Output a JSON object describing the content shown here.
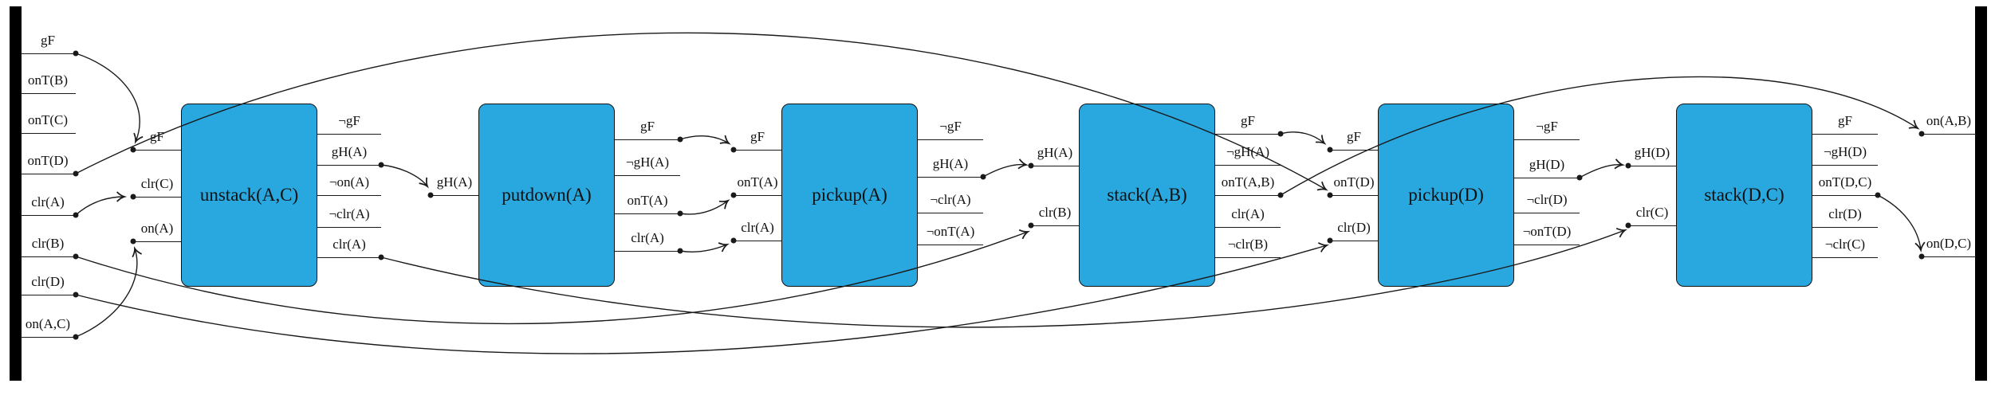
{
  "diagram_type": "partial-order-plan causal-link diagram (blocks world)",
  "colors": {
    "block_fill": "#29a8e0",
    "line": "#1a1a1a",
    "bar": "#000000",
    "bg": "#ffffff"
  },
  "init": {
    "labels": [
      "gF",
      "onT(B)",
      "onT(C)",
      "onT(D)",
      "clr(A)",
      "clr(B)",
      "clr(D)",
      "on(A,C)"
    ]
  },
  "goal": {
    "labels": [
      "on(A,B)",
      "on(D,C)"
    ]
  },
  "blocks": [
    {
      "name": "unstack(A,C)",
      "inputs": [
        "gF",
        "clr(C)",
        "on(A)"
      ],
      "outputs": [
        "¬gF",
        "gH(A)",
        "¬on(A)",
        "¬clr(A)",
        "clr(A)"
      ]
    },
    {
      "name": "putdown(A)",
      "inputs": [
        "gH(A)"
      ],
      "outputs": [
        "gF",
        "¬gH(A)",
        "onT(A)",
        "clr(A)"
      ]
    },
    {
      "name": "pickup(A)",
      "inputs": [
        "gF",
        "onT(A)",
        "clr(A)"
      ],
      "outputs": [
        "¬gF",
        "gH(A)",
        "¬clr(A)",
        "¬onT(A)"
      ]
    },
    {
      "name": "stack(A,B)",
      "inputs": [
        "gH(A)",
        "clr(B)"
      ],
      "outputs": [
        "gF",
        "¬gH(A)",
        "onT(A,B)",
        "clr(A)",
        "¬clr(B)"
      ]
    },
    {
      "name": "pickup(D)",
      "inputs": [
        "gF",
        "onT(D)",
        "clr(D)"
      ],
      "outputs": [
        "¬gF",
        "gH(D)",
        "¬clr(D)",
        "¬onT(D)"
      ]
    },
    {
      "name": "stack(D,C)",
      "inputs": [
        "gH(D)",
        "clr(C)"
      ],
      "outputs": [
        "gF",
        "¬gH(D)",
        "onT(D,C)",
        "clr(D)",
        "¬clr(C)"
      ]
    }
  ]
}
